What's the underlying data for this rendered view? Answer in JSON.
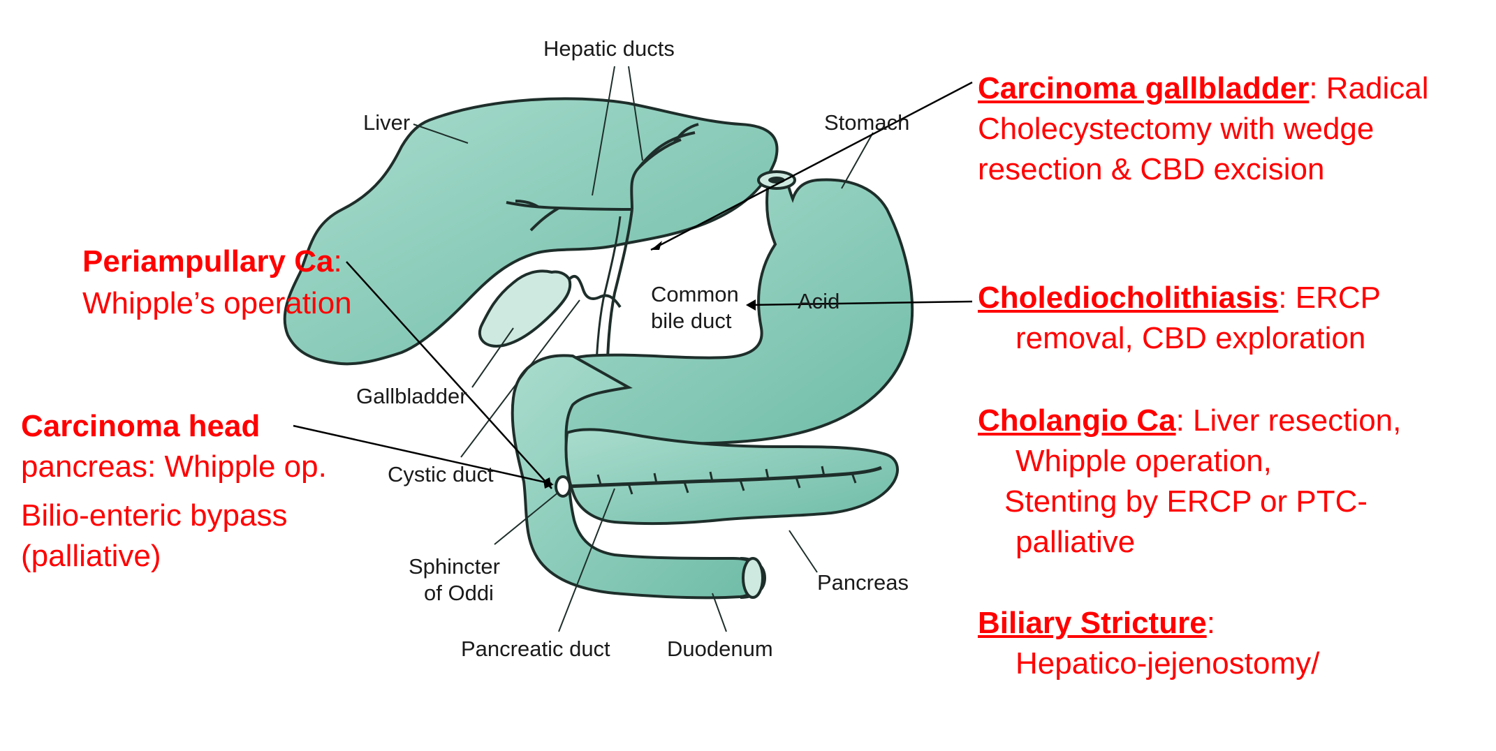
{
  "labels": {
    "hepatic_ducts": "Hepatic ducts",
    "liver": "Liver",
    "stomach": "Stomach",
    "common_bile_duct_1": "Common",
    "common_bile_duct_2": "bile duct",
    "acid": "Acid",
    "gallbladder": "Gallbladder",
    "cystic_duct": "Cystic duct",
    "sphincter_1": "Sphincter",
    "sphincter_2": "of Oddi",
    "pancreas": "Pancreas",
    "pancreatic_duct": "Pancreatic duct",
    "duodenum": "Duodenum"
  },
  "annotations": {
    "carcinoma_gallbladder": {
      "heading": "Carcinoma gallbladder",
      "text1": ": Radical",
      "text2": "Cholecystectomy with wedge",
      "text3": "resection & CBD excision"
    },
    "choledocholithiasis": {
      "heading": "Cholediocholithiasis",
      "text1": ": ERCP",
      "text2": "removal, CBD exploration"
    },
    "cholangio_ca": {
      "heading": "Cholangio Ca",
      "text1": ": Liver resection,",
      "text2": "Whipple operation,",
      "text3": "Stenting by ERCP or PTC-",
      "text4": "palliative"
    },
    "biliary_stricture": {
      "heading": "Biliary Stricture",
      "text1": ":",
      "text2": "Hepatico-jejenostomy/"
    },
    "periampullary": {
      "heading": "Periampullary Ca",
      "text1": ":",
      "text2": "Whipple’s  operation"
    },
    "carcinoma_head": {
      "heading": "Carcinoma head",
      "text1": "pancreas: Whipple op.",
      "text2": "Bilio-enteric bypass",
      "text3": "(palliative)"
    }
  },
  "colors": {
    "organ_fill": "#8fd0be",
    "organ_stroke": "#1e2e2a",
    "annotation": "#ff0000"
  }
}
